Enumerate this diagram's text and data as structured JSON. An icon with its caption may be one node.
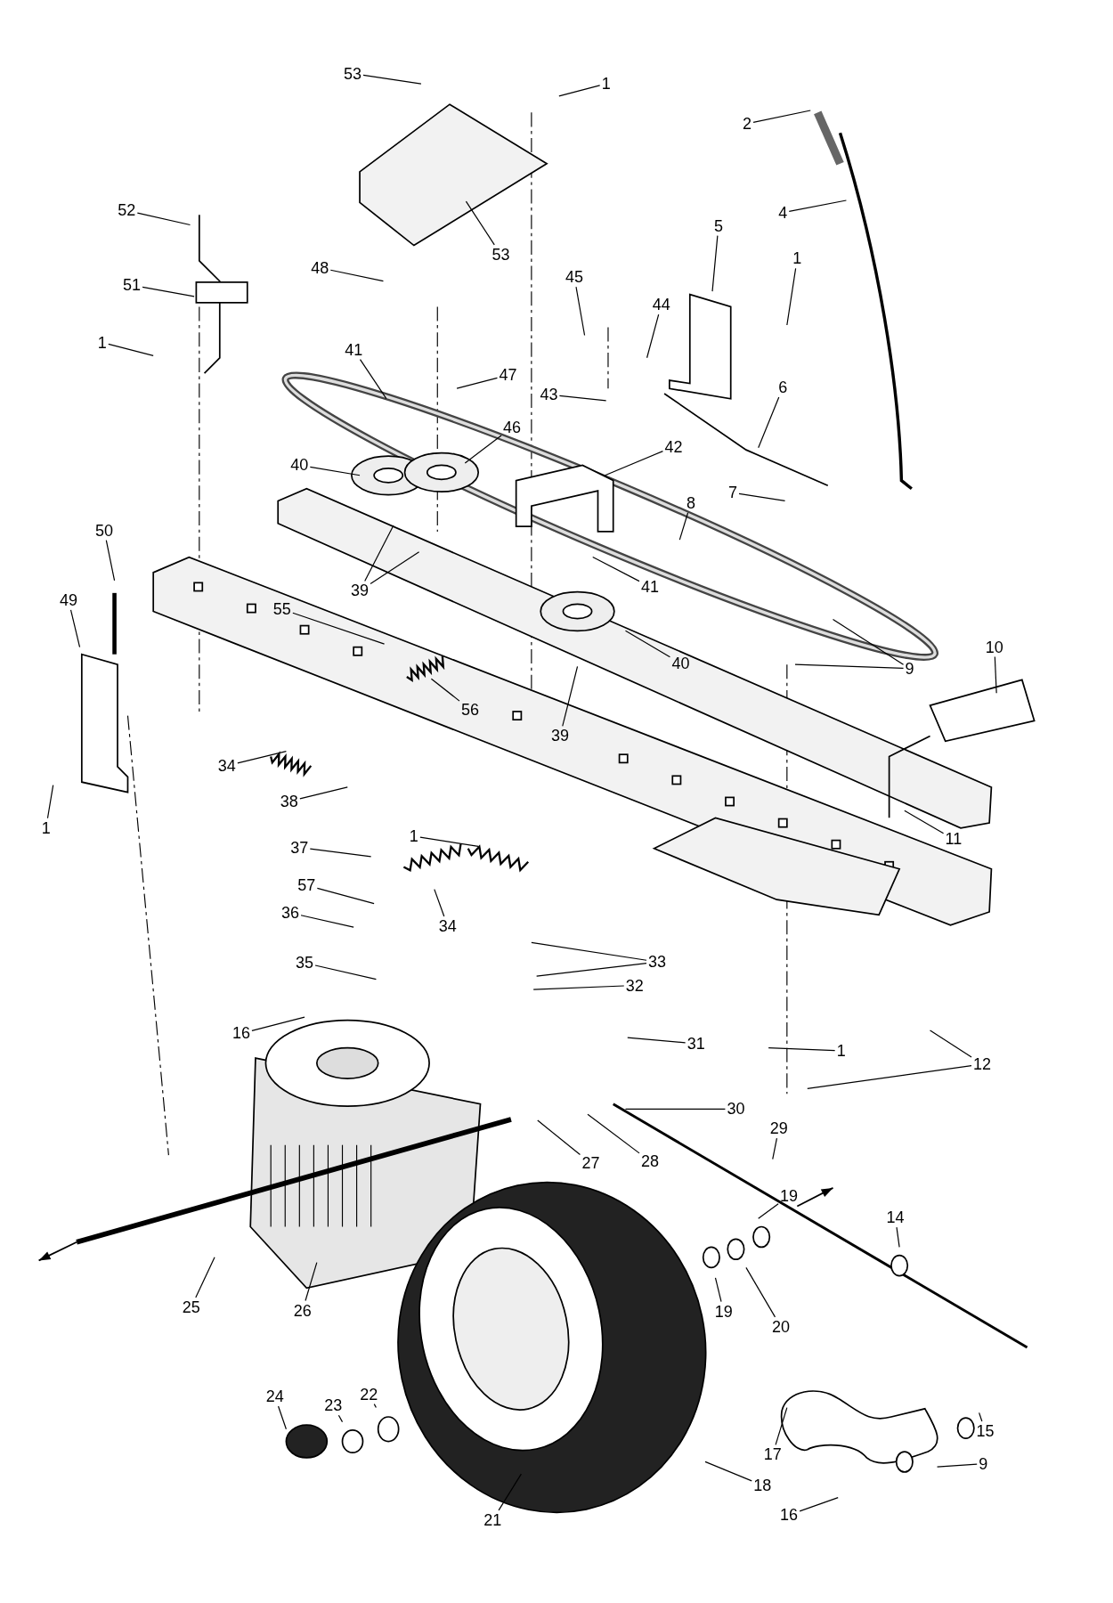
{
  "diagram": {
    "nodes": [
      {
        "text": [
          "53"
        ]
      },
      {
        "text": [
          "1"
        ]
      },
      {
        "text": [
          "2"
        ]
      },
      {
        "text": [
          "52"
        ]
      },
      {
        "text": [
          "4"
        ]
      },
      {
        "text": [
          "5"
        ]
      },
      {
        "text": [
          "53"
        ]
      },
      {
        "text": [
          "48"
        ]
      },
      {
        "text": [
          "1"
        ]
      },
      {
        "text": [
          "51"
        ]
      },
      {
        "text": [
          "45"
        ]
      },
      {
        "text": [
          "44"
        ]
      },
      {
        "text": [
          "1"
        ]
      },
      {
        "text": [
          "41"
        ]
      },
      {
        "text": [
          "47"
        ]
      },
      {
        "text": [
          "43"
        ]
      },
      {
        "text": [
          "6"
        ]
      },
      {
        "text": [
          "46"
        ]
      },
      {
        "text": [
          "42"
        ]
      },
      {
        "text": [
          "40"
        ]
      },
      {
        "text": [
          "7"
        ]
      },
      {
        "text": [
          "8"
        ]
      },
      {
        "text": [
          "50"
        ]
      },
      {
        "text": [
          "49"
        ]
      },
      {
        "text": [
          "39"
        ]
      },
      {
        "text": [
          "41"
        ]
      },
      {
        "text": [
          "9"
        ]
      },
      {
        "text": [
          "10"
        ]
      },
      {
        "text": [
          "55"
        ]
      },
      {
        "text": [
          "40"
        ]
      },
      {
        "text": [
          "56"
        ]
      },
      {
        "text": [
          "39"
        ]
      },
      {
        "text": [
          "34"
        ]
      },
      {
        "text": [
          "38"
        ]
      },
      {
        "text": [
          "11"
        ]
      },
      {
        "text": [
          "1"
        ]
      },
      {
        "text": [
          "1"
        ]
      },
      {
        "text": [
          "37"
        ]
      },
      {
        "text": [
          "57"
        ]
      },
      {
        "text": [
          "36"
        ]
      },
      {
        "text": [
          "34"
        ]
      },
      {
        "text": [
          "33"
        ]
      },
      {
        "text": [
          "35"
        ]
      },
      {
        "text": [
          "32"
        ]
      },
      {
        "text": [
          "16"
        ]
      },
      {
        "text": [
          "31"
        ]
      },
      {
        "text": [
          "1"
        ]
      },
      {
        "text": [
          "12"
        ]
      },
      {
        "text": [
          "30"
        ]
      },
      {
        "text": [
          "29"
        ]
      },
      {
        "text": [
          "27"
        ]
      },
      {
        "text": [
          "28"
        ]
      },
      {
        "text": [
          "14"
        ]
      },
      {
        "text": [
          "19"
        ]
      },
      {
        "text": [
          "25"
        ]
      },
      {
        "text": [
          "26"
        ]
      },
      {
        "text": [
          "19"
        ]
      },
      {
        "text": [
          "20"
        ]
      },
      {
        "text": [
          "24"
        ]
      },
      {
        "text": [
          "23"
        ]
      },
      {
        "text": [
          "22"
        ]
      },
      {
        "text": [
          "17"
        ]
      },
      {
        "text": [
          "15"
        ]
      },
      {
        "text": [
          "9"
        ]
      },
      {
        "text": [
          "18"
        ]
      },
      {
        "text": [
          "21"
        ]
      },
      {
        "text": [
          "16"
        ]
      }
    ],
    "edges": [
      {
        "from": 0,
        "to": null,
        "arrow": "none"
      },
      {
        "from": 1,
        "to": null,
        "arrow": "none"
      },
      {
        "from": 2,
        "to": null,
        "arrow": "none"
      },
      {
        "from": 3,
        "to": null,
        "arrow": "none"
      },
      {
        "from": 4,
        "to": null,
        "arrow": "none"
      },
      {
        "from": 5,
        "to": null,
        "arrow": "none"
      },
      {
        "from": 6,
        "to": null,
        "arrow": "none"
      },
      {
        "from": 7,
        "to": null,
        "arrow": "none"
      },
      {
        "from": 8,
        "to": null,
        "arrow": "none"
      },
      {
        "from": 9,
        "to": null,
        "arrow": "none"
      },
      {
        "from": 10,
        "to": null,
        "arrow": "none"
      },
      {
        "from": 11,
        "to": null,
        "arrow": "none"
      },
      {
        "from": 12,
        "to": null,
        "arrow": "none"
      },
      {
        "from": 13,
        "to": null,
        "arrow": "none"
      },
      {
        "from": 14,
        "to": null,
        "arrow": "none"
      },
      {
        "from": 15,
        "to": null,
        "arrow": "none"
      },
      {
        "from": 16,
        "to": null,
        "arrow": "none"
      },
      {
        "from": 17,
        "to": null,
        "arrow": "none"
      },
      {
        "from": 18,
        "to": null,
        "arrow": "none"
      },
      {
        "from": 19,
        "to": null,
        "arrow": "none"
      },
      {
        "from": 20,
        "to": null,
        "arrow": "none"
      },
      {
        "from": 21,
        "to": null,
        "arrow": "none"
      },
      {
        "from": 22,
        "to": null,
        "arrow": "none"
      },
      {
        "from": 23,
        "to": null,
        "arrow": "none"
      },
      {
        "from": 24,
        "to": null,
        "arrow": "none"
      },
      {
        "from": 24,
        "to": null,
        "arrow": "none"
      },
      {
        "from": 25,
        "to": null,
        "arrow": "none"
      },
      {
        "from": 26,
        "to": null,
        "arrow": "none"
      },
      {
        "from": 26,
        "to": null,
        "arrow": "none"
      },
      {
        "from": 27,
        "to": null,
        "arrow": "none"
      },
      {
        "from": 28,
        "to": null,
        "arrow": "none"
      },
      {
        "from": 29,
        "to": null,
        "arrow": "none"
      },
      {
        "from": 30,
        "to": null,
        "arrow": "none"
      },
      {
        "from": 31,
        "to": null,
        "arrow": "none"
      },
      {
        "from": 32,
        "to": null,
        "arrow": "none"
      },
      {
        "from": 33,
        "to": null,
        "arrow": "none"
      },
      {
        "from": 34,
        "to": null,
        "arrow": "none"
      },
      {
        "from": 35,
        "to": null,
        "arrow": "none"
      },
      {
        "from": 36,
        "to": null,
        "arrow": "none"
      },
      {
        "from": 37,
        "to": null,
        "arrow": "none"
      },
      {
        "from": 38,
        "to": null,
        "arrow": "none"
      },
      {
        "from": 39,
        "to": null,
        "arrow": "none"
      },
      {
        "from": 40,
        "to": null,
        "arrow": "none"
      },
      {
        "from": 41,
        "to": null,
        "arrow": "none"
      },
      {
        "from": 41,
        "to": null,
        "arrow": "none"
      },
      {
        "from": 42,
        "to": null,
        "arrow": "none"
      },
      {
        "from": 43,
        "to": null,
        "arrow": "none"
      },
      {
        "from": 44,
        "to": null,
        "arrow": "none"
      },
      {
        "from": 45,
        "to": null,
        "arrow": "none"
      },
      {
        "from": 46,
        "to": null,
        "arrow": "none"
      },
      {
        "from": 47,
        "to": null,
        "arrow": "none"
      },
      {
        "from": 47,
        "to": null,
        "arrow": "none"
      },
      {
        "from": 48,
        "to": null,
        "arrow": "none"
      },
      {
        "from": 49,
        "to": null,
        "arrow": "none"
      },
      {
        "from": 50,
        "to": null,
        "arrow": "none"
      },
      {
        "from": 51,
        "to": null,
        "arrow": "none"
      },
      {
        "from": 52,
        "to": null,
        "arrow": "none"
      },
      {
        "from": 53,
        "to": null,
        "arrow": "none"
      },
      {
        "from": 54,
        "to": null,
        "arrow": "none"
      },
      {
        "from": 55,
        "to": null,
        "arrow": "none"
      },
      {
        "from": 56,
        "to": null,
        "arrow": "none"
      },
      {
        "from": 57,
        "to": null,
        "arrow": "none"
      },
      {
        "from": 58,
        "to": null,
        "arrow": "none"
      },
      {
        "from": 59,
        "to": null,
        "arrow": "none"
      },
      {
        "from": 60,
        "to": null,
        "arrow": "none"
      },
      {
        "from": 61,
        "to": null,
        "arrow": "none"
      },
      {
        "from": 62,
        "to": null,
        "arrow": "none"
      },
      {
        "from": 63,
        "to": null,
        "arrow": "none"
      },
      {
        "from": 64,
        "to": null,
        "arrow": "none"
      },
      {
        "from": 65,
        "to": null,
        "arrow": "none"
      },
      {
        "from": 66,
        "to": null,
        "arrow": "none"
      }
    ]
  }
}
